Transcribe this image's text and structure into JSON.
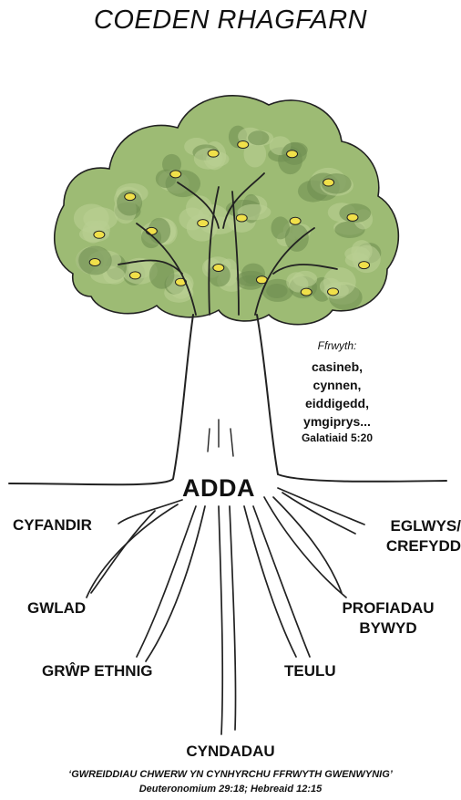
{
  "title": "COEDEN RHAGFARN",
  "fruit": {
    "heading": "Ffrwyth:",
    "items": [
      "casineb,",
      "cynnen,",
      "eiddigedd,",
      "ymgiprys..."
    ],
    "reference": "Galatiaid 5:20"
  },
  "trunk_label": "ADDA",
  "roots": {
    "cyfandir": "CYFANDIR",
    "eglwys_line1": "EGLWYS/",
    "eglwys_line2": "CREFYDD",
    "gwlad": "GWLAD",
    "profiadau_line1": "PROFIADAU",
    "profiadau_line2": "BYWYD",
    "grwp": "GRŴP ETHNIG",
    "teulu": "TEULU",
    "cyndadau": "CYNDADAU"
  },
  "quote": "‘GWREIDDIAU CHWERW YN CYNHYRCHU FFRWYTH GWENWYNIG’",
  "scripture_refs": "Deuteronomium 29:18; Hebreaid 12:15",
  "colors": {
    "foliage": "#9dbb74",
    "foliage_dark": "#6f8f52",
    "fruit": "#f0e04a"
  }
}
